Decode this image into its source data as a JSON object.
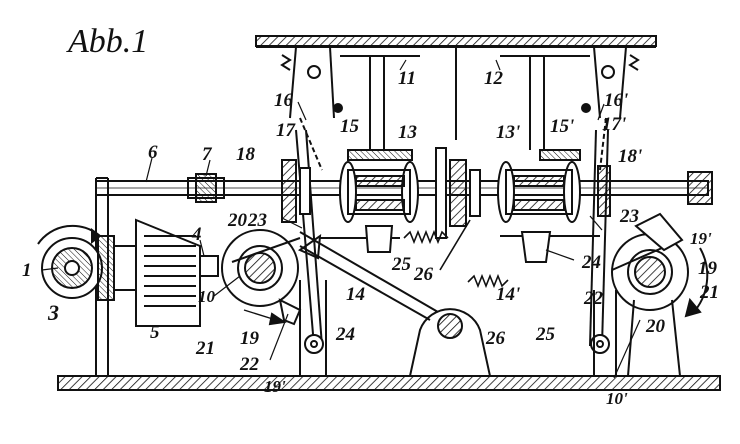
{
  "figure": {
    "title": "Abb.1",
    "ink_color": "#111111",
    "paper_color": "#ffffff"
  },
  "labels": [
    {
      "id": "label-1",
      "text": "1"
    },
    {
      "id": "label-3",
      "text": "3"
    },
    {
      "id": "label-4",
      "text": "4"
    },
    {
      "id": "label-5",
      "text": "5"
    },
    {
      "id": "label-6",
      "text": "6"
    },
    {
      "id": "label-7",
      "text": "7"
    },
    {
      "id": "label-10",
      "text": "10"
    },
    {
      "id": "label-11",
      "text": "11"
    },
    {
      "id": "label-12",
      "text": "12"
    },
    {
      "id": "label-13",
      "text": "13"
    },
    {
      "id": "label-13p",
      "text": "13'"
    },
    {
      "id": "label-14",
      "text": "14"
    },
    {
      "id": "label-14p",
      "text": "14'"
    },
    {
      "id": "label-15",
      "text": "15"
    },
    {
      "id": "label-15p",
      "text": "15'"
    },
    {
      "id": "label-16",
      "text": "16"
    },
    {
      "id": "label-16p",
      "text": "16'"
    },
    {
      "id": "label-17",
      "text": "17"
    },
    {
      "id": "label-17p",
      "text": "17'"
    },
    {
      "id": "label-18",
      "text": "18"
    },
    {
      "id": "label-18p",
      "text": "18'"
    },
    {
      "id": "label-19-left",
      "text": "19"
    },
    {
      "id": "label-19-right",
      "text": "19"
    },
    {
      "id": "label-19p-left",
      "text": "19'"
    },
    {
      "id": "label-19p-right",
      "text": "19'"
    },
    {
      "id": "label-20-left",
      "text": "20"
    },
    {
      "id": "label-20-right",
      "text": "20"
    },
    {
      "id": "label-21-left",
      "text": "21"
    },
    {
      "id": "label-21-right",
      "text": "21"
    },
    {
      "id": "label-22-left",
      "text": "22"
    },
    {
      "id": "label-22-right",
      "text": "22"
    },
    {
      "id": "label-23-left",
      "text": "23"
    },
    {
      "id": "label-23-right",
      "text": "23"
    },
    {
      "id": "label-24-left",
      "text": "24"
    },
    {
      "id": "label-24-right",
      "text": "24"
    },
    {
      "id": "label-25-left",
      "text": "25"
    },
    {
      "id": "label-25-right",
      "text": "25"
    },
    {
      "id": "label-26-left",
      "text": "26"
    },
    {
      "id": "label-26-right",
      "text": "26"
    },
    {
      "id": "label-10p",
      "text": "10'"
    }
  ]
}
